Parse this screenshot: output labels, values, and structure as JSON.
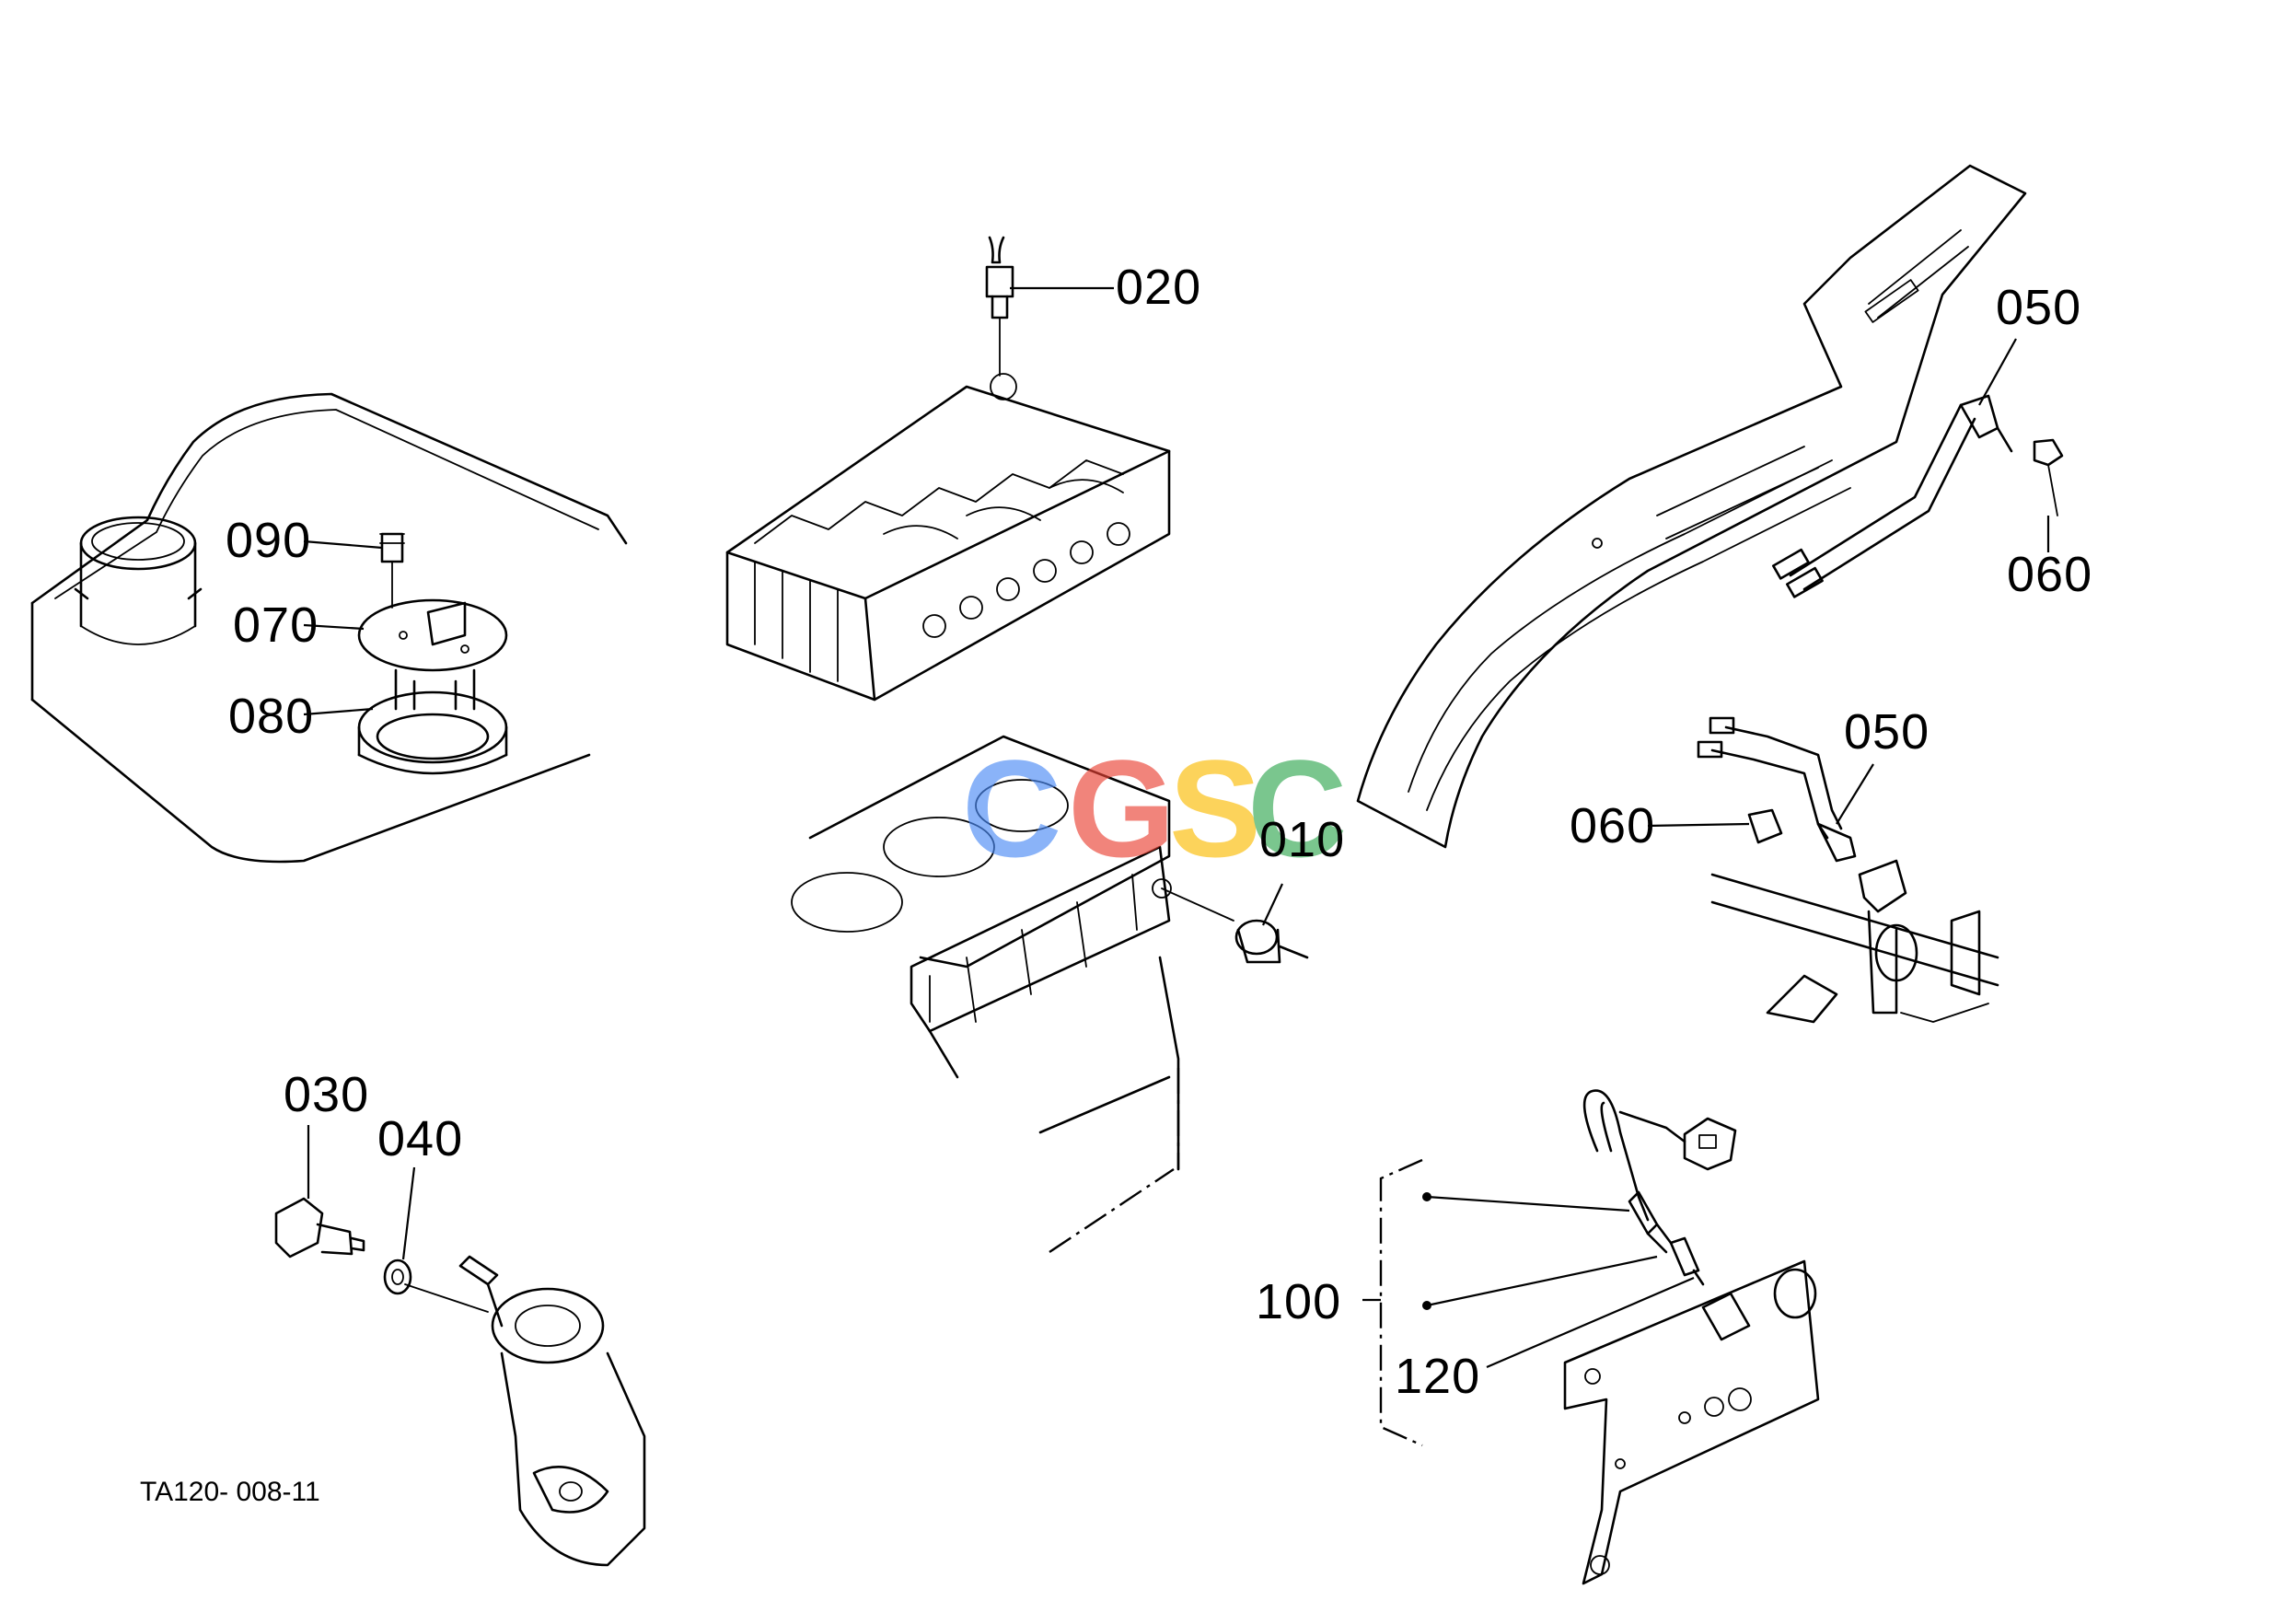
{
  "diagram": {
    "figure_code": "TA120- 008-11",
    "callouts": {
      "c010": "010",
      "c020": "020",
      "c030": "030",
      "c040": "040",
      "c050a": "050",
      "c050b": "050",
      "c060a": "060",
      "c060b": "060",
      "c070": "070",
      "c080": "080",
      "c090": "090",
      "c100": "100",
      "c120": "120"
    }
  },
  "watermark": {
    "letters": [
      "C",
      "G",
      "S",
      "C"
    ],
    "colors": [
      "#4c8bf5",
      "#ea4335",
      "#fbbc05",
      "#34a853"
    ]
  }
}
